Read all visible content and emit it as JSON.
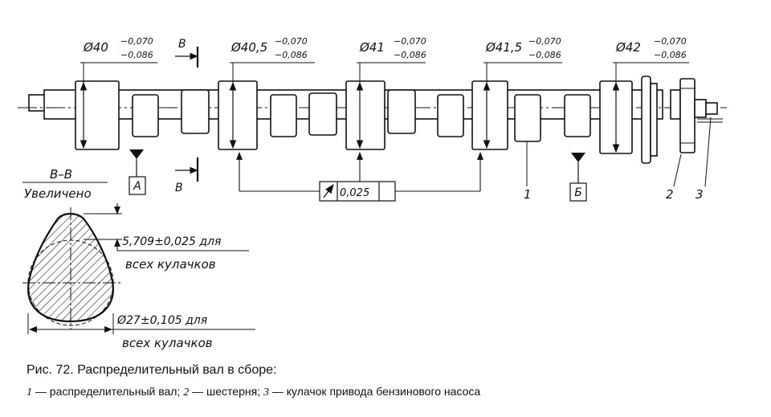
{
  "diameters": [
    {
      "nom": "Ø40",
      "up": "−0,070",
      "lo": "−0,086"
    },
    {
      "nom": "Ø40,5",
      "up": "−0,070",
      "lo": "−0,086"
    },
    {
      "nom": "Ø41",
      "up": "−0,070",
      "lo": "−0,086"
    },
    {
      "nom": "Ø41,5",
      "up": "−0,070",
      "lo": "−0,086"
    },
    {
      "nom": "Ø42",
      "up": "−0,070",
      "lo": "−0,086"
    }
  ],
  "section": {
    "mark": "B",
    "title": "B–B",
    "subtitle": "Увеличено",
    "lift_dim": "5,709±0,025 для",
    "lift_note": "всех кулачков",
    "base_dim": "Ø27±0,105 для",
    "base_note": "всех кулачков"
  },
  "datums": {
    "a": "А",
    "b": "Б"
  },
  "runout": {
    "value": "0,025"
  },
  "callouts": {
    "c1": "1",
    "c2": "2",
    "c3": "3"
  },
  "caption": {
    "title": "Рис. 72. Распределительный вал в сборе:",
    "n1": "1",
    "t1": " — распределительный вал; ",
    "n2": "2",
    "t2": " — шестерня; ",
    "n3": "3",
    "t3": " — кулачок привода бензинового насоса"
  }
}
